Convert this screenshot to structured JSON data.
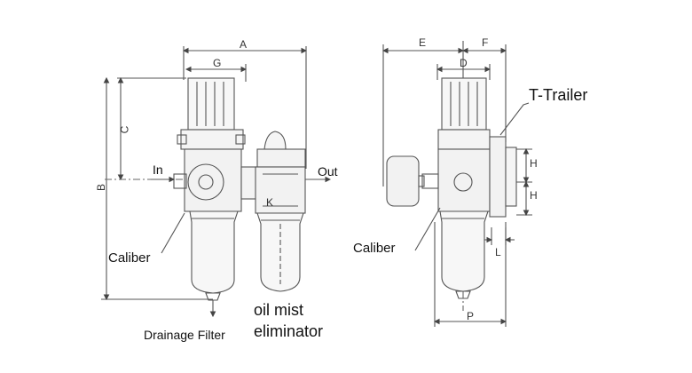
{
  "labels": {
    "A": "A",
    "G": "G",
    "C": "C",
    "B": "B",
    "In": "In",
    "Out": "Out",
    "K": "K",
    "caliber_left": "Caliber",
    "oil_mist": "oil mist",
    "eliminator": "eliminator",
    "drainage": "Drainage Filter",
    "E": "E",
    "F": "F",
    "D": "D",
    "t_trailer": "T-Trailer",
    "H1": "H",
    "H2": "H",
    "caliber_right": "Caliber",
    "L": "L",
    "P": "P"
  }
}
